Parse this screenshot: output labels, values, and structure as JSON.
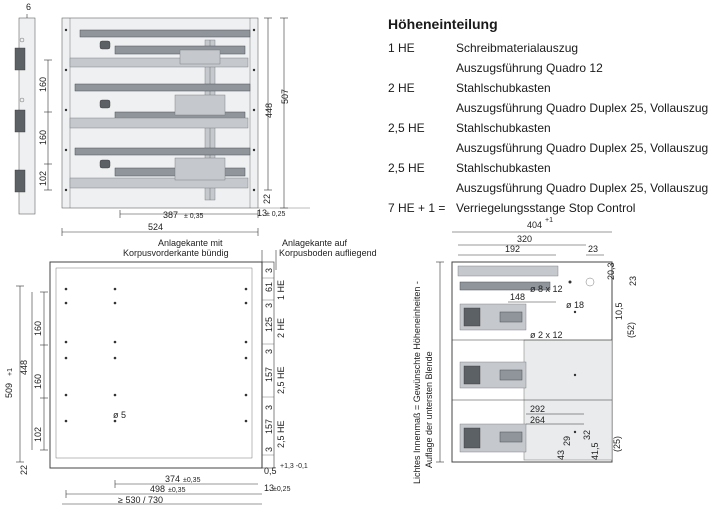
{
  "legend": {
    "title": "Höheneinteilung",
    "rows": [
      {
        "key": "1 HE",
        "value": "Schreibmaterialauszug"
      },
      {
        "key": "",
        "value": "Auszugsführung Quadro 12"
      },
      {
        "key": "2 HE",
        "value": "Stahlschubkasten"
      },
      {
        "key": "",
        "value": "Auszugsführung Quadro Duplex 25, Vollauszug"
      },
      {
        "key": "2,5 HE",
        "value": "Stahlschubkasten"
      },
      {
        "key": "",
        "value": "Auszugsführung Quadro Duplex 25, Vollauszug"
      },
      {
        "key": "2,5 HE",
        "value": "Stahlschubkasten"
      },
      {
        "key": "",
        "value": "Auszugsführung Quadro Duplex 25, Vollauszug"
      },
      {
        "key": "7 HE + 1 =",
        "value": "Verriegelungsstange Stop Control"
      }
    ]
  },
  "top_view": {
    "d6": "6",
    "d160a": "160",
    "d160b": "160",
    "d102": "102",
    "d448": "448",
    "d507": "507",
    "d22": "22",
    "d387": "387",
    "d387_tol": "± 0,35",
    "d13": "13",
    "d13_tol": "± 0,25",
    "d524": "524"
  },
  "front_view": {
    "label_left_1": "Anlagekante mit",
    "label_left_2": "Korpusvorderkante bündig",
    "label_right_1": "Anlagekante auf",
    "label_right_2": "Korpusboden aufliegend",
    "d509": "509",
    "d509_tol": "+1",
    "d448": "448",
    "d160a": "160",
    "d160b": "160",
    "d102": "102",
    "d22": "22",
    "hole": "ø 5",
    "he_1": "1 HE",
    "he_2": "2 HE",
    "he_25a": "2,5 HE",
    "he_25b": "2,5 HE",
    "v3a": "3",
    "v61": "61",
    "v3b": "3",
    "v125": "125",
    "v3c": "3",
    "v157a": "157",
    "v3d": "3",
    "v157b": "157",
    "v3e": "3",
    "d374": "374",
    "d374_tol": "±0,35",
    "d05": "0,5",
    "d05_tol": "+1,3 -0,1",
    "d498": "498",
    "d498_tol": "±0,35",
    "d13": "13",
    "d13_tol": "±0,25",
    "d530": "≥ 530 / 730"
  },
  "side_view": {
    "d404": "404",
    "d404_tol": "+1",
    "d320": "320",
    "d192": "192",
    "d23a": "23",
    "d203": "20,3",
    "d23b": "23",
    "hole8": "ø 8 x 12",
    "d148": "148",
    "hole18": "ø 18",
    "d105": "10,5",
    "d52": "(52)",
    "hole2": "ø 2 x 12",
    "d292": "292",
    "d264": "264",
    "d32": "32",
    "d43": "43",
    "d29": "29",
    "d415": "41,5",
    "d25": "(25)",
    "vertical_label_1": "Lichtes Innenmaß = Gewünschte Höheneinheiten -",
    "vertical_label_2": "Auflage der untersten Blende"
  }
}
